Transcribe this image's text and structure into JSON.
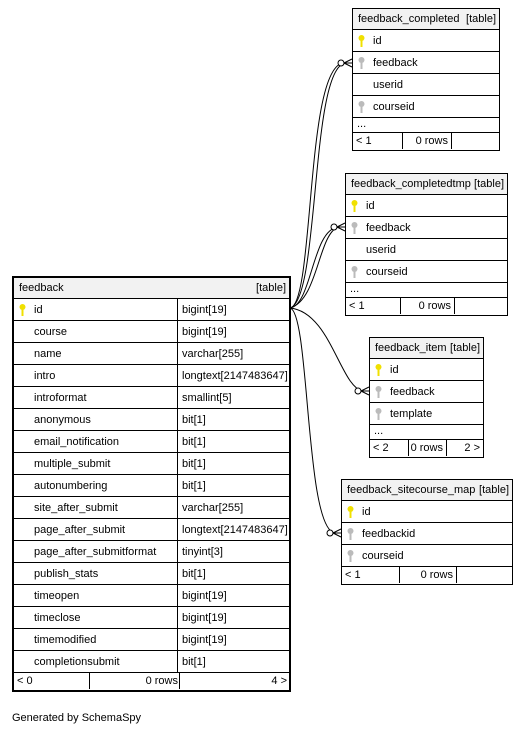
{
  "colors": {
    "pk_key": "#f0e000",
    "fk_key": "#bbbbbb"
  },
  "main_table": {
    "name": "feedback",
    "tag": "[table]",
    "columns": [
      {
        "name": "id",
        "type": "bigint[19]",
        "key": "primary-key"
      },
      {
        "name": "course",
        "type": "bigint[19]",
        "key": ""
      },
      {
        "name": "name",
        "type": "varchar[255]",
        "key": ""
      },
      {
        "name": "intro",
        "type": "longtext[2147483647]",
        "key": ""
      },
      {
        "name": "introformat",
        "type": "smallint[5]",
        "key": ""
      },
      {
        "name": "anonymous",
        "type": "bit[1]",
        "key": ""
      },
      {
        "name": "email_notification",
        "type": "bit[1]",
        "key": ""
      },
      {
        "name": "multiple_submit",
        "type": "bit[1]",
        "key": ""
      },
      {
        "name": "autonumbering",
        "type": "bit[1]",
        "key": ""
      },
      {
        "name": "site_after_submit",
        "type": "varchar[255]",
        "key": ""
      },
      {
        "name": "page_after_submit",
        "type": "longtext[2147483647]",
        "key": ""
      },
      {
        "name": "page_after_submitformat",
        "type": "tinyint[3]",
        "key": ""
      },
      {
        "name": "publish_stats",
        "type": "bit[1]",
        "key": ""
      },
      {
        "name": "timeopen",
        "type": "bigint[19]",
        "key": ""
      },
      {
        "name": "timeclose",
        "type": "bigint[19]",
        "key": ""
      },
      {
        "name": "timemodified",
        "type": "bigint[19]",
        "key": ""
      },
      {
        "name": "completionsubmit",
        "type": "bit[1]",
        "key": ""
      }
    ],
    "footer": {
      "parents": "< 0",
      "rows": "0 rows",
      "children": "4 >"
    }
  },
  "child_tables": [
    {
      "name": "feedback_completed",
      "tag": "[table]",
      "columns": [
        {
          "name": "id",
          "key": "primary-key"
        },
        {
          "name": "feedback",
          "key": "foreign-key"
        },
        {
          "name": "userid",
          "key": ""
        },
        {
          "name": "courseid",
          "key": "foreign-key"
        }
      ],
      "ellipsis": "...",
      "footer": {
        "parents": "< 1",
        "rows": "0 rows",
        "children": ""
      }
    },
    {
      "name": "feedback_completedtmp",
      "tag": "[table]",
      "columns": [
        {
          "name": "id",
          "key": "primary-key"
        },
        {
          "name": "feedback",
          "key": "foreign-key"
        },
        {
          "name": "userid",
          "key": ""
        },
        {
          "name": "courseid",
          "key": "foreign-key"
        }
      ],
      "ellipsis": "...",
      "footer": {
        "parents": "< 1",
        "rows": "0 rows",
        "children": ""
      }
    },
    {
      "name": "feedback_item",
      "tag": "[table]",
      "columns": [
        {
          "name": "id",
          "key": "primary-key"
        },
        {
          "name": "feedback",
          "key": "foreign-key"
        },
        {
          "name": "template",
          "key": "foreign-key"
        }
      ],
      "ellipsis": "...",
      "footer": {
        "parents": "< 2",
        "rows": "0 rows",
        "children": "2 >"
      }
    },
    {
      "name": "feedback_sitecourse_map",
      "tag": "[table]",
      "columns": [
        {
          "name": "id",
          "key": "primary-key"
        },
        {
          "name": "feedbackid",
          "key": "foreign-key"
        },
        {
          "name": "courseid",
          "key": "foreign-key"
        }
      ],
      "ellipsis": "",
      "footer": {
        "parents": "< 1",
        "rows": "0 rows",
        "children": ""
      }
    }
  ],
  "generated_by": "Generated by SchemaSpy"
}
